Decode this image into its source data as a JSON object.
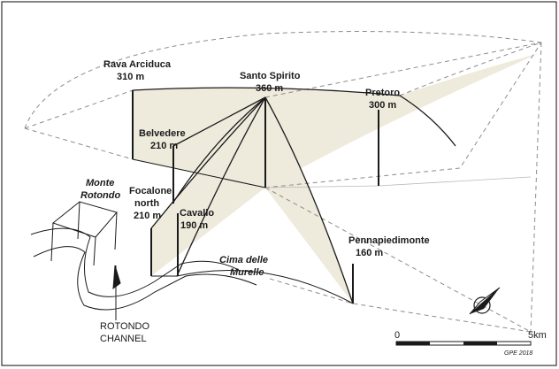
{
  "labels": {
    "rava_name": "Rava Arciduca",
    "rava_elev": "310 m",
    "santo_name": "Santo Spirito",
    "santo_elev": "360 m",
    "pretoro_name": "Pretoro",
    "pretoro_elev": "300 m",
    "belvedere_name": "Belvedere",
    "belvedere_elev": "210 m",
    "focalone_name1": "Focalone",
    "focalone_name2": "north",
    "focalone_elev": "210 m",
    "cavallo_name": "Cavallo",
    "cavallo_elev": "190 m",
    "penna_name": "Pennapiedimonte",
    "penna_elev": "160 m",
    "monte_line1": "Monte",
    "monte_line2": "Rotondo",
    "cima_line1": "Cima delle",
    "cima_line2": "Murelle",
    "channel_line1": "ROTONDO",
    "channel_line2": "CHANNEL"
  },
  "scale_bar": {
    "start_label": "0",
    "end_label": "5km"
  },
  "credit": "GPE 2018",
  "icons": [
    "north-arrow-icon"
  ],
  "colors": {
    "fan_fill": "#eeeadc",
    "line": "#1a1a1a",
    "dash": "#8c8c8c"
  }
}
